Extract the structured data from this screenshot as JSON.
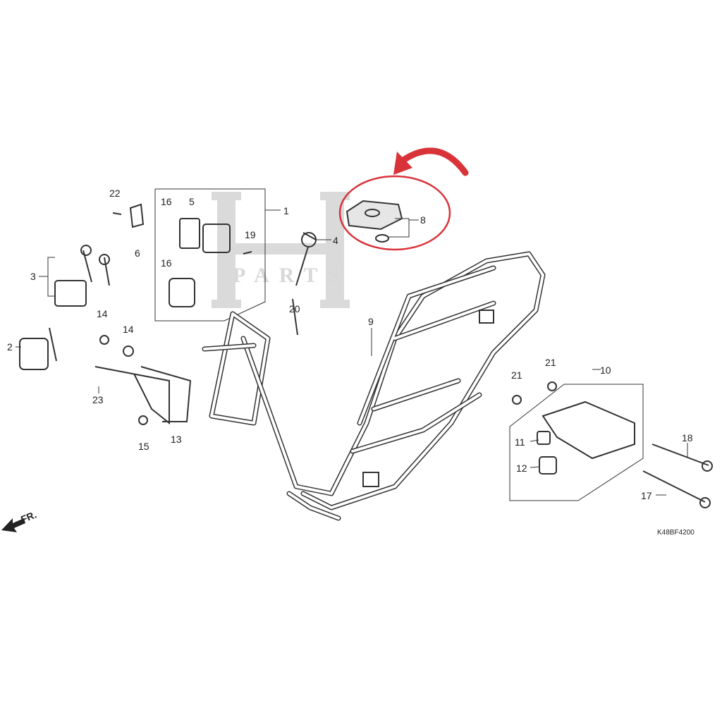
{
  "diagram": {
    "watermark": "H PARTS",
    "watermark_text": "PARTS",
    "front_indicator": "FR.",
    "diagram_code": "K48BF4200",
    "highlight_color": "#d9333a",
    "callouts": [
      "22",
      "6",
      "16",
      "5",
      "16",
      "1",
      "19",
      "4",
      "8",
      "3",
      "2",
      "14",
      "14",
      "20",
      "9",
      "23",
      "15",
      "13",
      "10",
      "21",
      "21",
      "11",
      "12",
      "18",
      "17"
    ]
  }
}
